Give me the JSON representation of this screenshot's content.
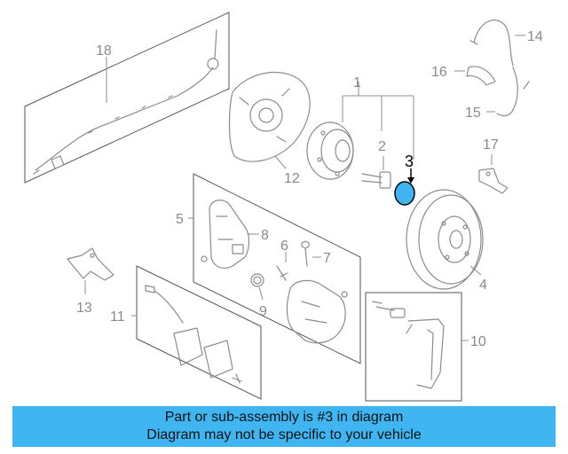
{
  "diagram": {
    "highlight_color": "#3fb5f2",
    "highlighted_part": "3",
    "callouts": {
      "c1": "1",
      "c2": "2",
      "c3": "3",
      "c4": "4",
      "c5": "5",
      "c6": "6",
      "c7": "7",
      "c8": "8",
      "c9": "9",
      "c10": "10",
      "c11": "11",
      "c12": "12",
      "c13": "13",
      "c14": "14",
      "c15": "15",
      "c16": "16",
      "c17": "17",
      "c18": "18"
    }
  },
  "banner": {
    "line1": "Part or sub-assembly is #3 in diagram",
    "line2": "Diagram may not be specific to your vehicle"
  }
}
